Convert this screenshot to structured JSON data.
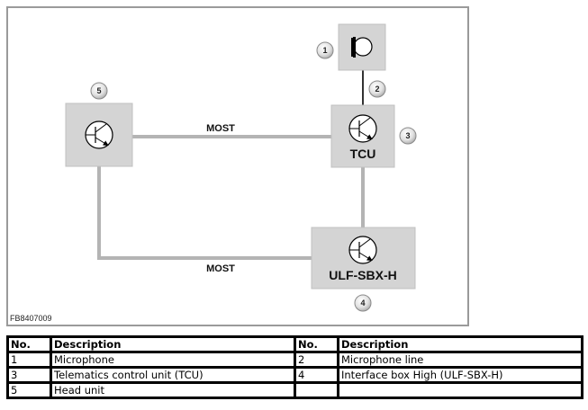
{
  "figure_id": "FB8407009",
  "colors": {
    "frame": "#9a9a9a",
    "box_fill": "#d4d4d4",
    "box_stroke": "#bdbdbd",
    "most_line": "#b4b4b4",
    "mic_line": "#333333",
    "callout_fill": "#e6e6e6",
    "table_border": "#000000"
  },
  "diagram": {
    "components": [
      {
        "id": "microphone",
        "callout": "1",
        "icon": "microphone-icon",
        "label": ""
      },
      {
        "id": "tcu",
        "callout": "3",
        "icon": "transistor-module-icon",
        "label": "TCU"
      },
      {
        "id": "ulf-sbx-h",
        "callout": "4",
        "icon": "transistor-module-icon",
        "label": "ULF-SBX-H"
      },
      {
        "id": "head-unit",
        "callout": "5",
        "icon": "transistor-module-icon",
        "label": ""
      }
    ],
    "connections": [
      {
        "from": "microphone",
        "to": "tcu",
        "callout": "2",
        "label": ""
      },
      {
        "from": "head-unit",
        "to": "tcu",
        "label": "MOST"
      },
      {
        "from": "tcu",
        "to": "ulf-sbx-h",
        "label": ""
      },
      {
        "from": "head-unit",
        "to": "ulf-sbx-h",
        "label": "MOST"
      }
    ],
    "most_label_top": "MOST",
    "most_label_bottom": "MOST",
    "tcu_label": "TCU",
    "ulf_label": "ULF-SBX-H",
    "callouts": {
      "c1": "1",
      "c2": "2",
      "c3": "3",
      "c4": "4",
      "c5": "5"
    }
  },
  "legend_table": {
    "headers": [
      "No.",
      "Description",
      "No.",
      "Description"
    ],
    "rows": [
      [
        "1",
        "Microphone",
        "2",
        "Microphone line"
      ],
      [
        "3",
        "Telematics control unit (TCU)",
        "4",
        "Interface box High (ULF-SBX-H)"
      ],
      [
        "5",
        "Head unit",
        "",
        ""
      ]
    ]
  }
}
